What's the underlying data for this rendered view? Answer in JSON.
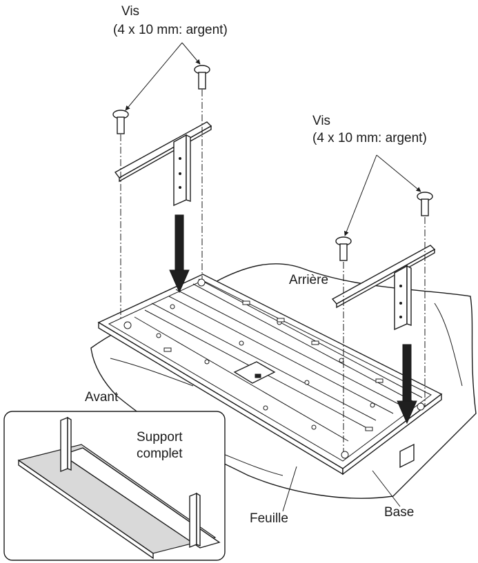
{
  "labels": {
    "screw_top": {
      "line1": "Vis",
      "line2": "(4 x 10 mm: argent)"
    },
    "screw_right": {
      "line1": "Vis",
      "line2": "(4 x 10 mm: argent)"
    },
    "rear": "Arrière",
    "front": "Avant",
    "support": {
      "line1": "Support",
      "line2": "complet"
    },
    "sheet": "Feuille",
    "base": "Base"
  },
  "colors": {
    "ink": "#1a1a1a",
    "panel": "#d9d9d9",
    "background": "#ffffff"
  }
}
